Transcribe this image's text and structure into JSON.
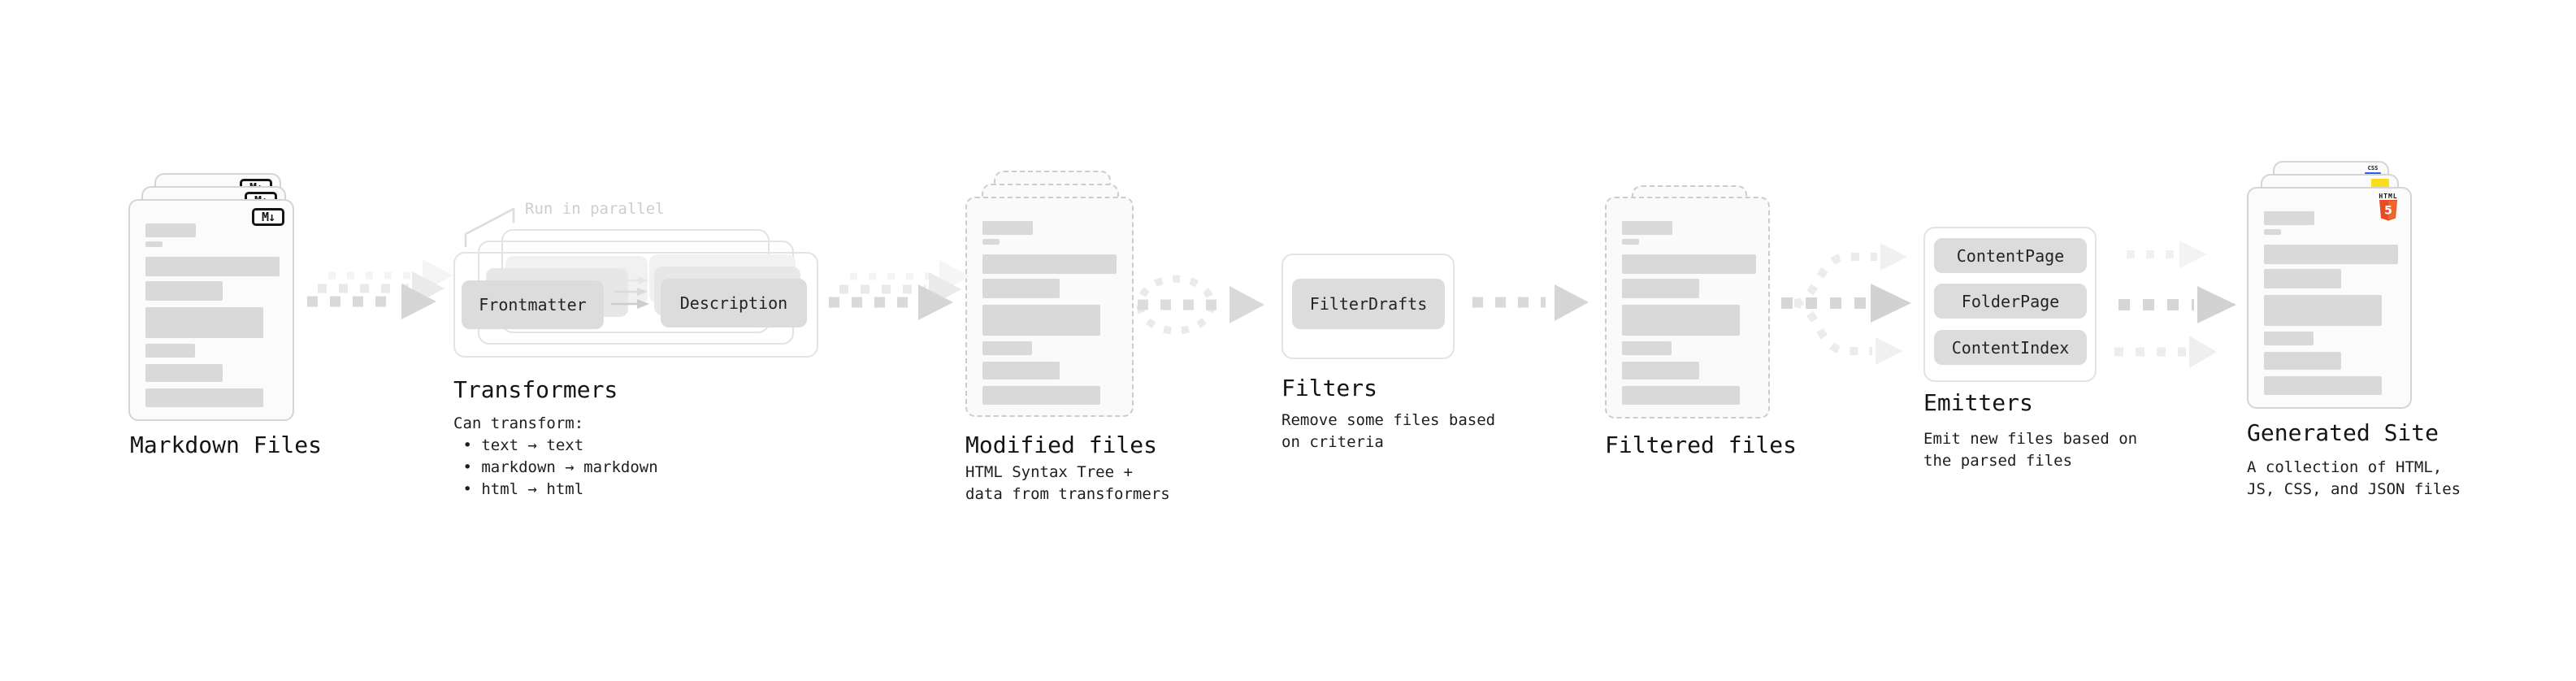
{
  "stages": {
    "markdown": {
      "label": "Markdown Files",
      "badge": "M↓"
    },
    "transformers": {
      "label": "Transformers",
      "note": "Run in parallel",
      "pill_left": "Frontmatter",
      "pill_right": "Description",
      "desc": "Can transform:\n • text → text\n • markdown → markdown\n • html → html"
    },
    "modified": {
      "label": "Modified files",
      "desc": "HTML Syntax Tree +\ndata from transformers"
    },
    "filters": {
      "label": "Filters",
      "pill": "FilterDrafts",
      "desc": "Remove some files based\non criteria"
    },
    "filtered": {
      "label": "Filtered files"
    },
    "emitters": {
      "label": "Emitters",
      "pills": [
        "ContentPage",
        "FolderPage",
        "ContentIndex"
      ],
      "desc": "Emit new files based on\nthe parsed files"
    },
    "generated": {
      "label": "Generated Site",
      "desc": "A collection of HTML,\nJS, CSS, and JSON files",
      "css_badge": "CSS",
      "html_badge": "HTML",
      "html5_number": "5"
    }
  },
  "colors": {
    "html5_orange_dark": "#e44d26",
    "html5_orange_light": "#f16529",
    "js_yellow": "#f7df1e",
    "css_blue": "#2962f1",
    "bar_gray": "#d9d9d9",
    "arrow_gray": "#d9d9d9",
    "arrow_gray_light": "#ececec",
    "note_gray": "#cdcdcd"
  },
  "doc_bars": [
    [
      62,
      17,
      0
    ],
    [
      21,
      7,
      5
    ],
    [
      165,
      24,
      12
    ],
    [
      95,
      24,
      6
    ],
    [
      145,
      38,
      8
    ],
    [
      61,
      17,
      7
    ],
    [
      95,
      22,
      8
    ],
    [
      145,
      23,
      8
    ]
  ]
}
